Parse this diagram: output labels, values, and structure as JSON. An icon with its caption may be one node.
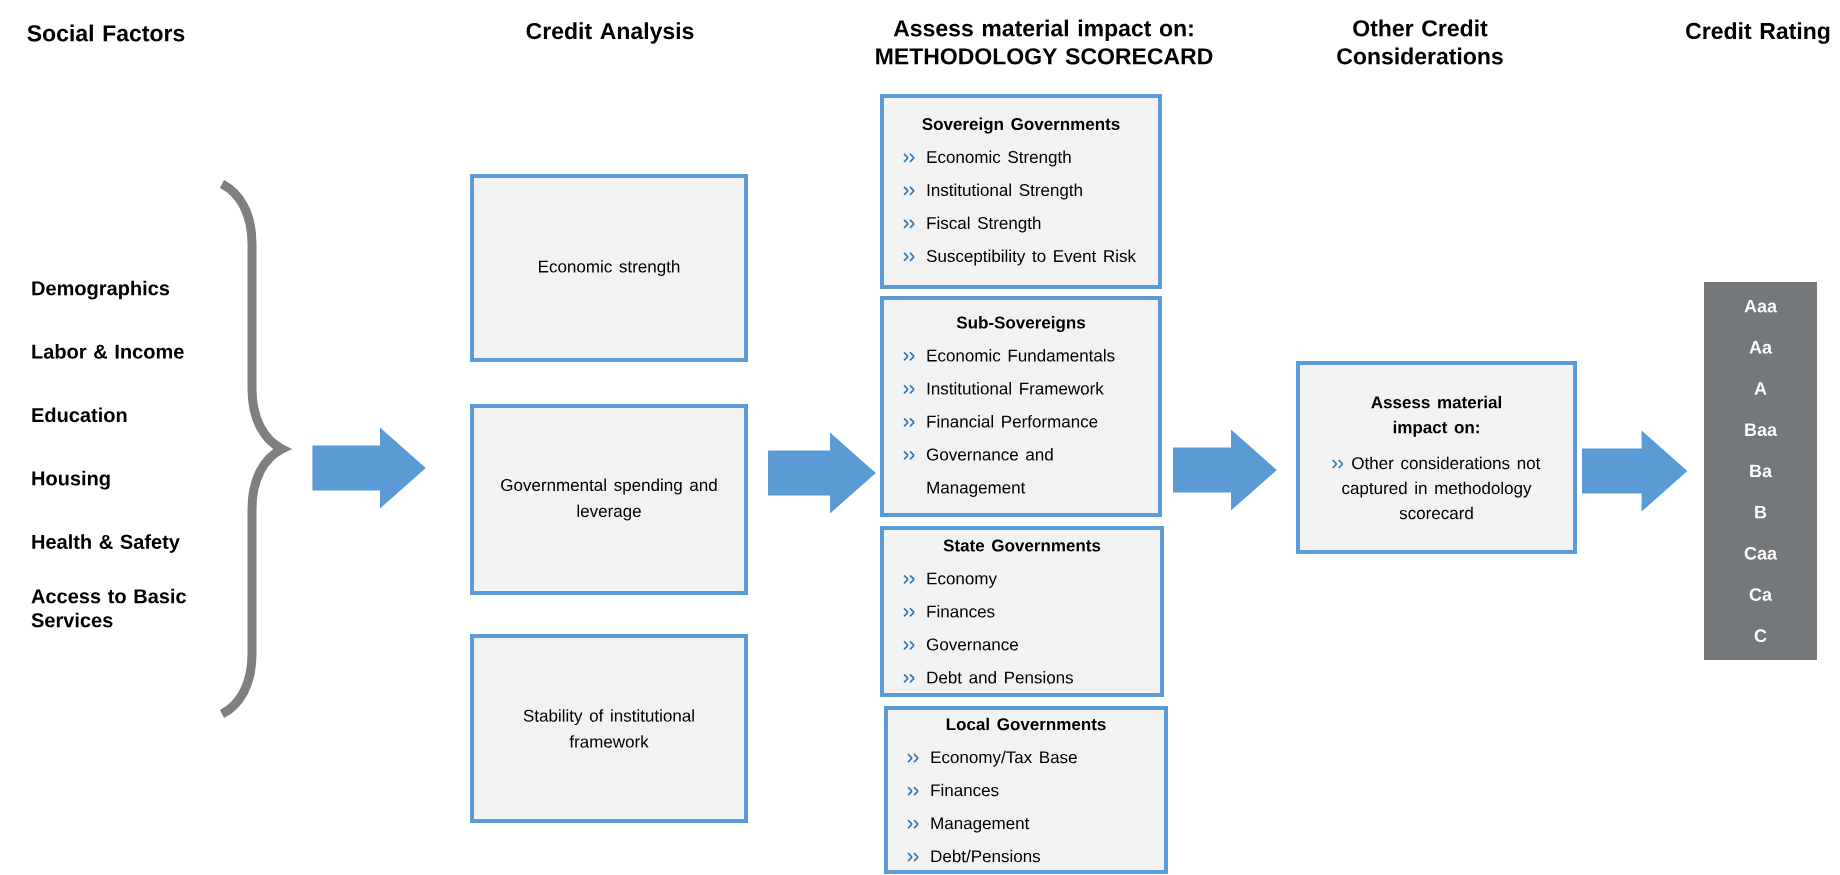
{
  "diagram": {
    "nodes": [
      {
        "text": [
          "Demographics",
          "Labor & Income",
          "Education",
          "Housing",
          "Health & Safety",
          "Access to Basic Services"
        ]
      },
      {
        "text": [
          "Economic strength"
        ]
      },
      {
        "text": [
          "Governmental spending and leverage"
        ]
      },
      {
        "text": [
          "Stability of institutional framework"
        ]
      },
      {
        "text": [
          "Sovereign Governments",
          "Economic Strength",
          "Institutional Strength",
          "Fiscal Strength",
          "Susceptibility to Event Risk"
        ]
      },
      {
        "text": [
          "Sub-Sovereigns",
          "Economic Fundamentals",
          "Institutional Framework",
          "Financial Performance",
          "Governance and Management"
        ]
      },
      {
        "text": [
          "State Governments",
          "Economy",
          "Finances",
          "Governance",
          "Debt and Pensions"
        ]
      },
      {
        "text": [
          "Local Governments",
          "Economy/Tax Base",
          "Finances",
          "Management",
          "Debt/Pensions"
        ]
      },
      {
        "text": [
          "Assess material impact on:",
          "Other considerations not captured in methodology scorecard"
        ]
      },
      {
        "text": [
          "Aaa",
          "Aa",
          "A",
          "Baa",
          "Ba",
          "B",
          "Caa",
          "Ca",
          "C"
        ]
      }
    ],
    "edges": [
      {
        "from": 0,
        "to": 2,
        "arrow": "to"
      },
      {
        "from": 2,
        "to": 5,
        "arrow": "to"
      },
      {
        "from": 5,
        "to": 8,
        "arrow": "to"
      },
      {
        "from": 8,
        "to": 9,
        "arrow": "to"
      }
    ],
    "labels": [
      "Social Factors",
      "Credit Analysis",
      "Assess material impact on: METHODOLOGY SCORECARD",
      "Other Credit Considerations",
      "Credit Rating"
    ]
  }
}
